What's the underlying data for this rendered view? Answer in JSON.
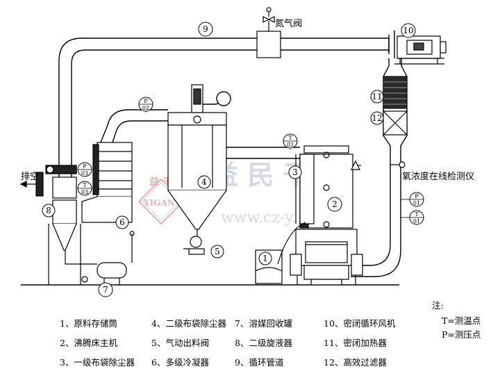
{
  "callouts": {
    "n1": "1",
    "n2": "2",
    "n3": "3",
    "n4": "4",
    "n5": "5",
    "n6": "6",
    "n7": "7",
    "n8": "8",
    "n9": "9",
    "n10": "10",
    "n11": "11",
    "n12": "12"
  },
  "labels": {
    "nitrogen_valve": "氮气阀",
    "vent": "排空",
    "o2_meter": "氧浓度在线检测仪"
  },
  "sensors": {
    "P": "P",
    "T": "T",
    "p02": "02",
    "t02": "02",
    "p03": "03",
    "t03": "03",
    "p01": "01",
    "t01": "01"
  },
  "watermark": {
    "logo_top": "益 千",
    "logo_bottom": "YIGAN",
    "brand": "益 民 干 燥",
    "url": "www.cz-y...com",
    "reg": "®"
  },
  "legend": {
    "items": [
      "1、原料存储筒",
      "2、沸腾床主机",
      "3、一级布袋除尘器",
      "4、二级布袋除尘器",
      "5、气动出料阀",
      "6、多级冷凝器",
      "7、溶媒回收罐",
      "8、二级旋液器",
      "9、循环管道",
      "10、密闭循环风机",
      "11、密闭加热器",
      "12、高效过滤器"
    ],
    "note_title": "注:",
    "note_t": "T=测温点",
    "note_p": "P=测压点"
  }
}
